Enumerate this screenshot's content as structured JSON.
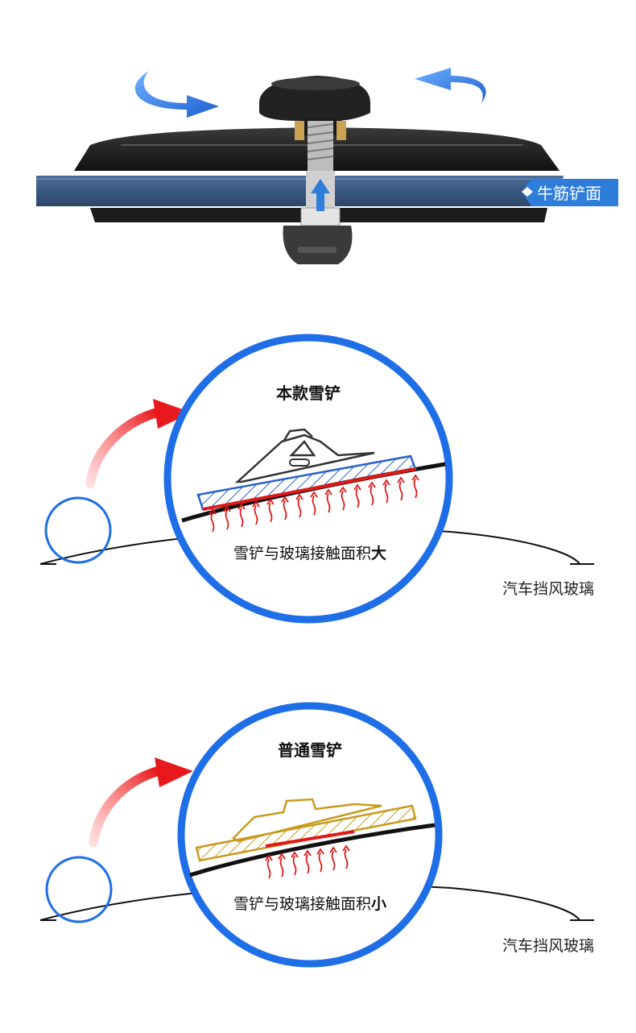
{
  "product": {
    "callout_label": "牛筋铲面",
    "colors": {
      "callout_bg": "#2f7ddb",
      "blade": "#3b5d86",
      "body": "#1c1c1c",
      "arrow": "#2f7ddb"
    },
    "icons": [
      "rotate-left-arrow-icon",
      "rotate-right-arrow-icon",
      "up-arrow-icon"
    ]
  },
  "compare_ours": {
    "title": "本款雪铲",
    "caption_prefix": "雪铲与玻璃接触面积",
    "caption_emph": "大",
    "surface_label": "汽车挡风玻璃",
    "colors": {
      "circle": "#1e6ee8",
      "pointer_arrow": "#e8191c",
      "blade_outline": "#2a63c9",
      "contact": "#e01818"
    }
  },
  "compare_normal": {
    "title": "普通雪铲",
    "caption_prefix": "雪铲与玻璃接触面积",
    "caption_emph": "小",
    "surface_label": "汽车挡风玻璃",
    "colors": {
      "circle": "#1e6ee8",
      "pointer_arrow": "#e8191c",
      "blade_outline": "#c99a1e",
      "contact": "#e01818"
    }
  }
}
